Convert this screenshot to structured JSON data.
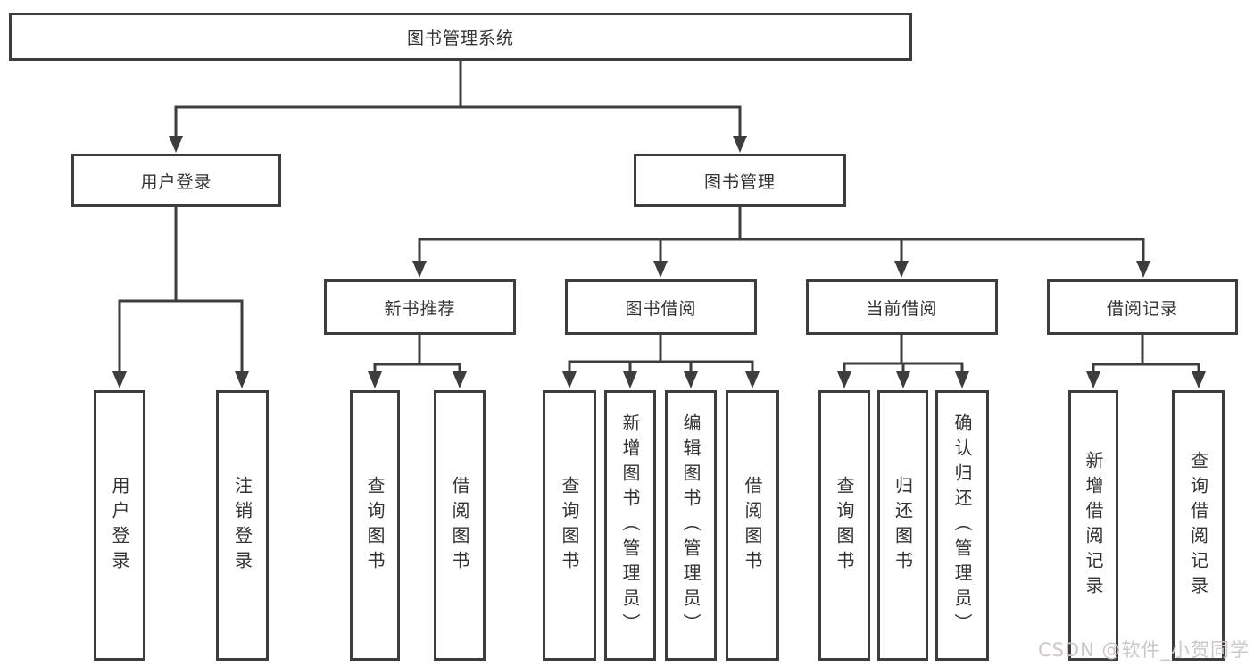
{
  "colors": {
    "line": "#3d3d3d",
    "text": "#333333",
    "watermark": "#cfc5c6",
    "background": "#ffffff"
  },
  "watermark": {
    "text": "CSDN @软件_小贺同学"
  },
  "nodes": {
    "root": {
      "label": "图书管理系统"
    },
    "login": {
      "label": "用户登录",
      "children": {
        "c1": {
          "label": "用户登录"
        },
        "c2": {
          "label": "注销登录"
        }
      }
    },
    "mgmt": {
      "label": "图书管理"
    },
    "newbook": {
      "label": "新书推荐",
      "children": {
        "c1": {
          "label": "查询图书"
        },
        "c2": {
          "label": "借阅图书"
        }
      }
    },
    "borrow": {
      "label": "图书借阅",
      "children": {
        "c1": {
          "label": "查询图书"
        },
        "c2": {
          "label": "新增图书（管理员）"
        },
        "c3": {
          "label": "编辑图书（管理员）"
        },
        "c4": {
          "label": "借阅图书"
        }
      }
    },
    "current": {
      "label": "当前借阅",
      "children": {
        "c1": {
          "label": "查询图书"
        },
        "c2": {
          "label": "归还图书"
        },
        "c3": {
          "label": "确认归还（管理员）"
        }
      }
    },
    "records": {
      "label": "借阅记录",
      "children": {
        "c1": {
          "label": "新增借阅记录"
        },
        "c2": {
          "label": "查询借阅记录"
        }
      }
    }
  }
}
